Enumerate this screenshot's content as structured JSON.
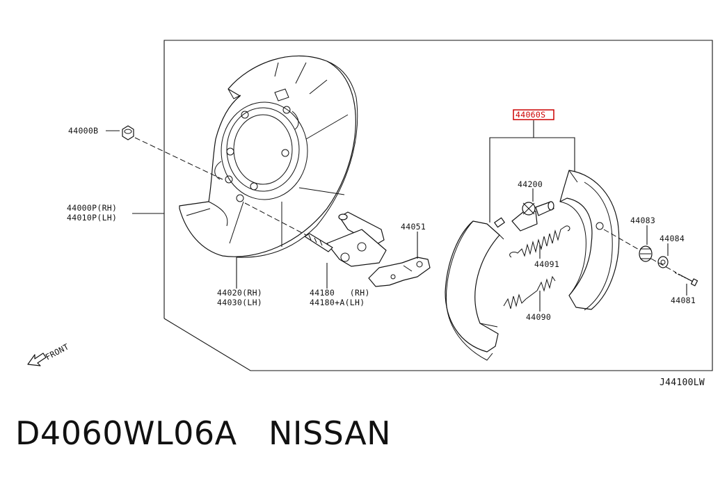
{
  "diagram": {
    "labels": {
      "p44000B": "44000B",
      "p44000P": "44000P(RH)",
      "p44010P": "44010P(LH)",
      "p44020": "44020(RH)",
      "p44030": "44030(LH)",
      "p44180a": "44180   (RH)",
      "p44180b": "44180+A(LH)",
      "p44051": "44051",
      "p44060S": "44060S",
      "p44200": "44200",
      "p44091": "44091",
      "p44090": "44090",
      "p44083": "44083",
      "p44084": "44084",
      "p44081": "44081"
    },
    "front_label": "FRONT",
    "drawing_code": "J44100LW",
    "highlight_color": "#cc0000"
  },
  "caption": {
    "part_number": "D4060WL06A",
    "brand": "NISSAN"
  }
}
